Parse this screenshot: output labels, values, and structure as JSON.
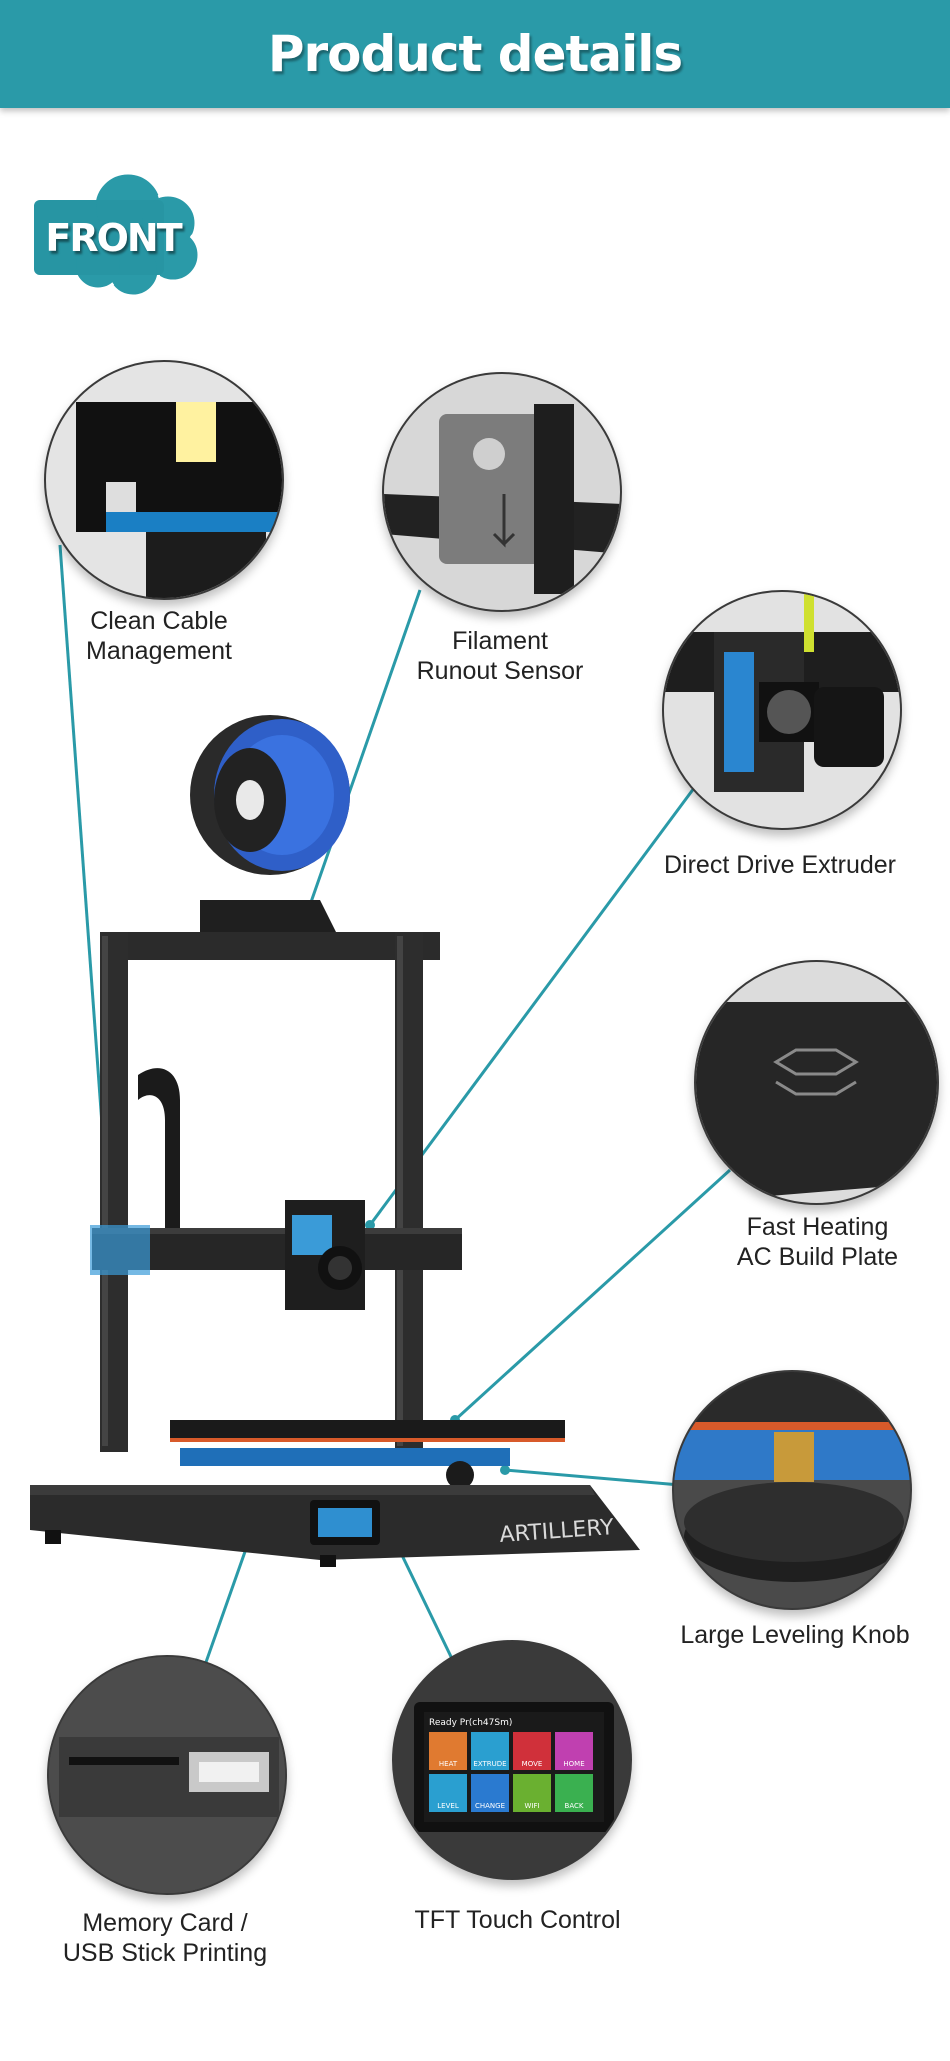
{
  "header": {
    "title": "Product details"
  },
  "badge": {
    "text": "FRONT"
  },
  "colors": {
    "accent": "#2a9aa8",
    "header_bg": "#2a9aa8"
  },
  "features": {
    "cable": {
      "line1": "Clean Cable",
      "line2": "Management"
    },
    "sensor": {
      "line1": "Filament",
      "line2": "Runout Sensor"
    },
    "extruder": {
      "line1": "Direct Drive Extruder"
    },
    "plate": {
      "line1": "Fast Heating",
      "line2": "AC Build Plate"
    },
    "knob": {
      "line1": "Large Leveling Knob"
    },
    "memory": {
      "line1": "Memory Card /",
      "line2": "USB Stick Printing"
    },
    "tft": {
      "line1": "TFT Touch Control"
    }
  },
  "printer": {
    "brand": "ARTILLERY"
  },
  "tft_screen": {
    "status": "Ready Pr(ch47Sm)",
    "buttons": [
      "HEAT",
      "EXTRUDE",
      "MOVE",
      "HOME",
      "LEVEL",
      "CHANGE",
      "WIFI",
      "BACK"
    ]
  }
}
